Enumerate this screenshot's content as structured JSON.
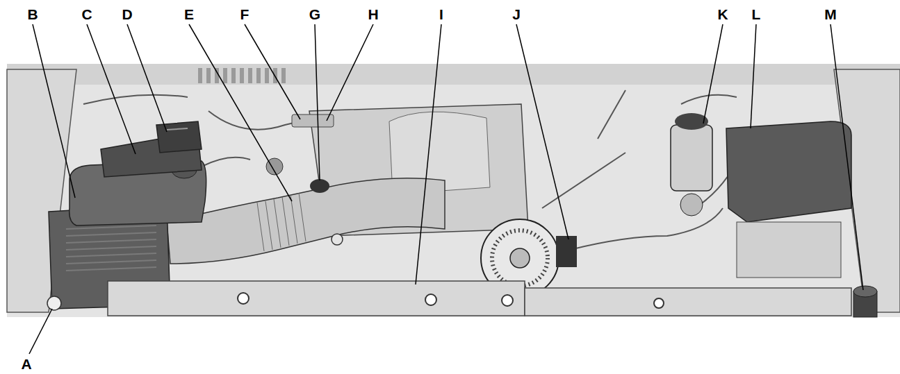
{
  "diagram": {
    "labels": [
      "A",
      "B",
      "C",
      "D",
      "E",
      "F",
      "G",
      "H",
      "I",
      "J",
      "K",
      "L",
      "M"
    ]
  }
}
